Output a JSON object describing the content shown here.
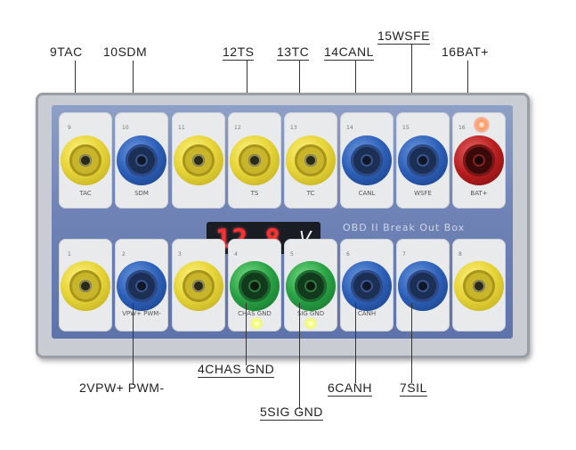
{
  "labels": {
    "top": [
      "9TAC",
      "10SDM",
      "12TS",
      "13TC",
      "14CANL",
      "15WSFE",
      "16BAT+"
    ],
    "bottom": [
      "2VPW+ PWM-",
      "4CHAS GND",
      "5SIG GND",
      "6CANH",
      "7SIL"
    ]
  },
  "panel": {
    "brand": "OBD II Break Out Box",
    "display_value": "12.8",
    "display_unit": "V",
    "top_captions": [
      "TAC",
      "SDM",
      "",
      "TS",
      "TC",
      "CANL",
      "WSFE",
      "BAT+"
    ],
    "bottom_captions": [
      "",
      "VPW+ PWM-",
      "",
      "CHAS GND",
      "SIG GND",
      "CANH",
      "",
      ""
    ],
    "top_pin_numbers": [
      "9",
      "10",
      "11",
      "12",
      "13",
      "14",
      "15",
      "16"
    ],
    "bottom_pin_numbers": [
      "1",
      "2",
      "3",
      "4",
      "5",
      "6",
      "7",
      "8"
    ]
  },
  "colors": {
    "top_row": [
      "yellow",
      "blue",
      "yellow",
      "yellow",
      "yellow",
      "blue",
      "blue",
      "red"
    ],
    "bottom_row": [
      "yellow",
      "blue",
      "yellow",
      "green",
      "green",
      "blue",
      "blue",
      "yellow"
    ]
  }
}
